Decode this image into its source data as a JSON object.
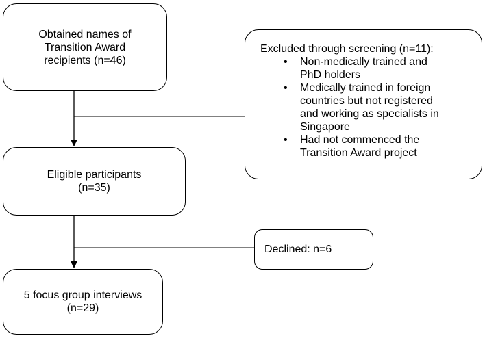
{
  "boxes": {
    "names": {
      "lines": [
        "Obtained names of",
        "Transition Award",
        "recipients (n=46)"
      ]
    },
    "eligible": {
      "lines": [
        "Eligible participants",
        "(n=35)"
      ]
    },
    "focus": {
      "lines": [
        "5 focus group interviews",
        "(n=29)"
      ]
    },
    "excluded": {
      "title": "Excluded through screening (n=11):",
      "bullet_glyph": "•",
      "items": [
        {
          "lines": [
            "Non-medically trained and",
            "PhD holders"
          ]
        },
        {
          "lines": [
            "Medically trained in foreign",
            "countries but not registered",
            "and working as specialists in",
            "Singapore"
          ]
        },
        {
          "lines": [
            "Had not commenced the",
            "Transition Award project"
          ]
        }
      ]
    },
    "declined": {
      "label": "Declined: n=6"
    }
  }
}
